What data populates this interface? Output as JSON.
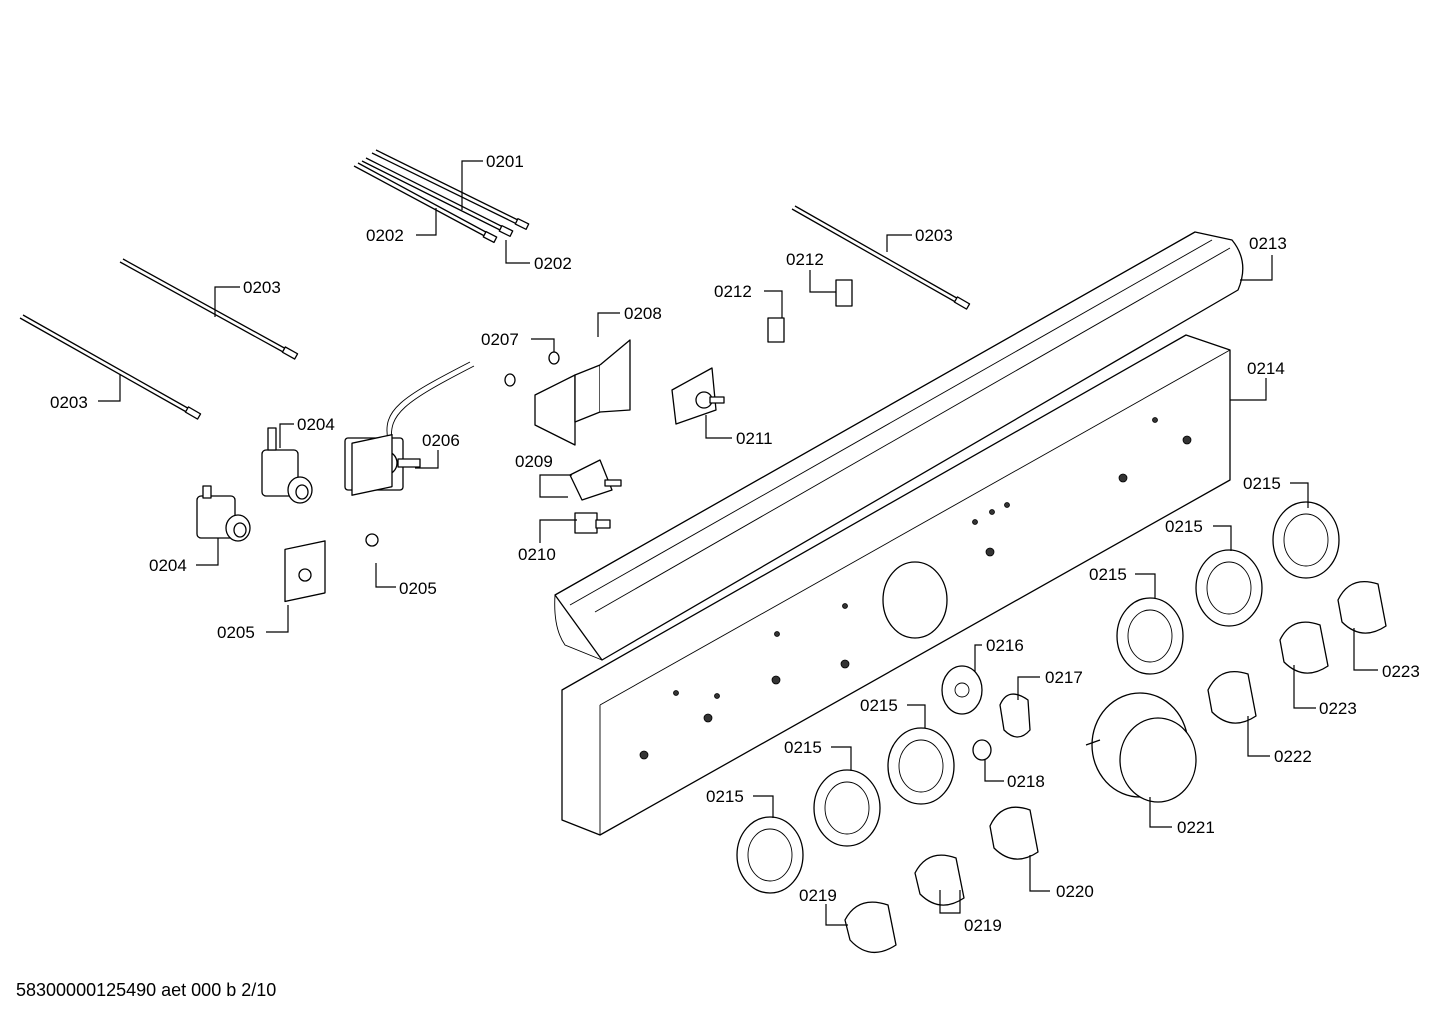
{
  "labels": {
    "l0201": "0201",
    "l0202a": "0202",
    "l0202b": "0202",
    "l0203a": "0203",
    "l0203b": "0203",
    "l0203c": "0203",
    "l0204a": "0204",
    "l0204b": "0204",
    "l0205a": "0205",
    "l0205b": "0205",
    "l0206": "0206",
    "l0207": "0207",
    "l0208": "0208",
    "l0209": "0209",
    "l0210": "0210",
    "l0211": "0211",
    "l0212a": "0212",
    "l0212b": "0212",
    "l0213": "0213",
    "l0214": "0214",
    "l0215a": "0215",
    "l0215b": "0215",
    "l0215c": "0215",
    "l0215d": "0215",
    "l0215e": "0215",
    "l0215f": "0215",
    "l0216": "0216",
    "l0217": "0217",
    "l0218": "0218",
    "l0219a": "0219",
    "l0219b": "0219",
    "l0220": "0220",
    "l0221": "0221",
    "l0222": "0222",
    "l0223a": "0223",
    "l0223b": "0223"
  },
  "footer": "58300000125490 aet 000 b 2/10"
}
